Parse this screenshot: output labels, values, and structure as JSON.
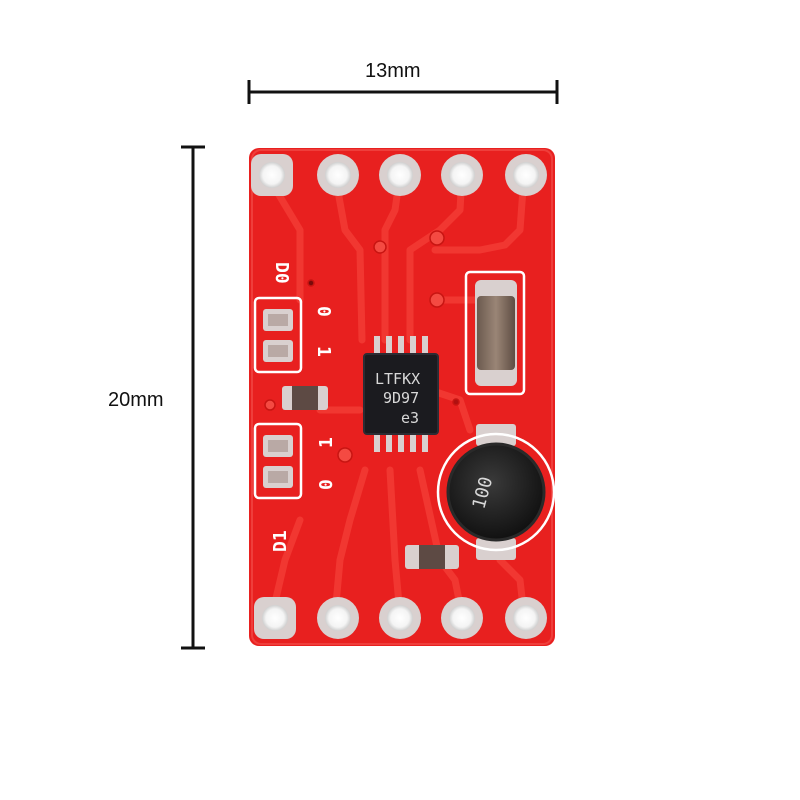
{
  "dimensions": {
    "width_label": "13mm",
    "height_label": "20mm"
  },
  "board": {
    "silkscreen": {
      "d0": "D0",
      "d1": "D1",
      "j_top_0": "0",
      "j_top_1": "1",
      "j_bot_1": "1",
      "j_bot_0": "0"
    },
    "ic": {
      "line1": "LTFKX",
      "line2": "9D97",
      "line3": "e3"
    },
    "inductor_marking": "100"
  },
  "colors": {
    "pcb": "#e8201f",
    "trace": "#f23a34",
    "pad": "#d9d0cf",
    "ink": "#111111"
  }
}
